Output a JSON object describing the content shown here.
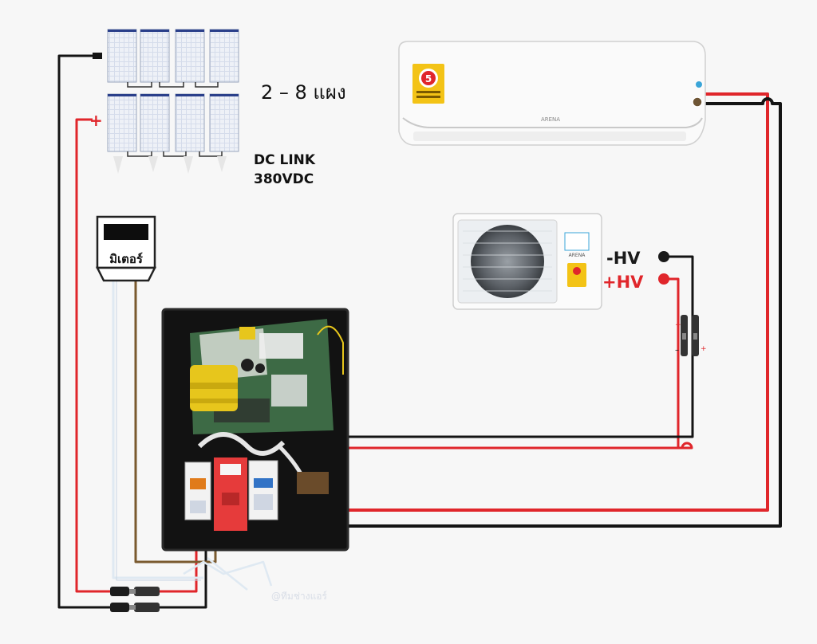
{
  "labels": {
    "panel_count": "2 – 8 แผง",
    "dc_link_line1": "DC LINK",
    "dc_link_line2": "380VDC",
    "meter": "มิเตอร์",
    "neg_hv": "-HV",
    "pos_hv": "+HV",
    "solar_neg": "–",
    "solar_pos": "+",
    "brand": "ARENA",
    "energy_label_number": "5",
    "watermark": "@ทีมช่างแอร์"
  },
  "colors": {
    "wire_red": "#e0262b",
    "wire_black": "#141414",
    "wire_white": "#dfe9f2",
    "wire_brown": "#7a5a2f",
    "box_bg": "#121212",
    "breaker_red": "#e63b3b",
    "transformer_yellow": "#e7c61c",
    "energy_label_yellow": "#f3c316"
  },
  "icons": {
    "indoor_unit": "air-conditioner-indoor-icon",
    "outdoor_unit": "air-conditioner-outdoor-icon",
    "panel": "solar-panel-icon",
    "meter": "electric-meter-icon",
    "connector": "mc4-connector-icon"
  }
}
